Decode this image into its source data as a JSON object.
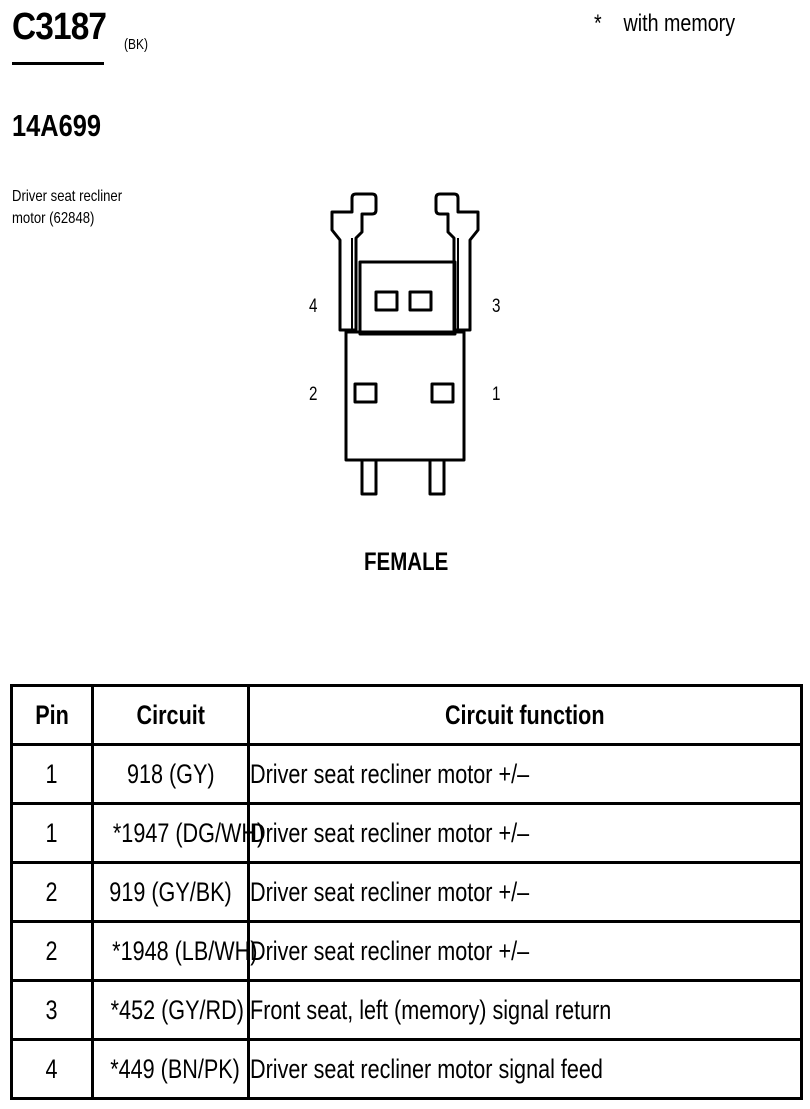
{
  "header": {
    "connector_id": "C3187",
    "connector_color": "(BK)",
    "part_number": "14A699",
    "component_name": "Driver seat recliner motor (62848)",
    "legend": "*    with memory"
  },
  "diagram": {
    "pin_labels": [
      "4",
      "3",
      "2",
      "1"
    ],
    "gender": "FEMALE"
  },
  "table": {
    "headers": [
      "Pin",
      "Circuit",
      "Circuit function"
    ],
    "rows": [
      {
        "pin": "1",
        "circuit": "918 (GY)",
        "function": "Driver seat recliner motor  +/–"
      },
      {
        "pin": "1",
        "circuit": "*1947 (DG/WH)",
        "function": "Driver seat recliner motor  +/–"
      },
      {
        "pin": "2",
        "circuit": "919 (GY/BK)",
        "function": "Driver seat recliner motor  +/–"
      },
      {
        "pin": "2",
        "circuit": "*1948 (LB/WH)",
        "function": "Driver seat recliner motor  +/–"
      },
      {
        "pin": "3",
        "circuit": "*452 (GY/RD)",
        "function": "Front seat, left (memory) signal return"
      },
      {
        "pin": "4",
        "circuit": "*449 (BN/PK)",
        "function": "Driver seat recliner motor  signal feed"
      }
    ]
  }
}
